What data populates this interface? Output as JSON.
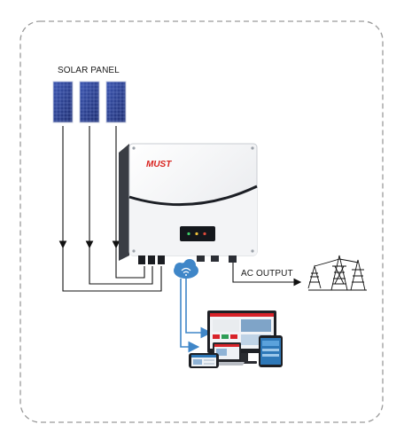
{
  "labels": {
    "solar_panel": "SOLAR PANEL",
    "ac_output": "AC OUTPUT",
    "brand": "MUST"
  },
  "colors": {
    "frame_border": "#9a9a9a",
    "panel_blue": "#2a3f8f",
    "wire_black": "#111111",
    "wire_blue": "#3f86c8",
    "brand_red": "#d8231f"
  },
  "icons": [
    "solar-panel-icon",
    "inverter-icon",
    "wifi-cloud-icon",
    "monitor-icon",
    "laptop-icon",
    "tablet-icon",
    "phone-icon",
    "power-tower-icon"
  ]
}
